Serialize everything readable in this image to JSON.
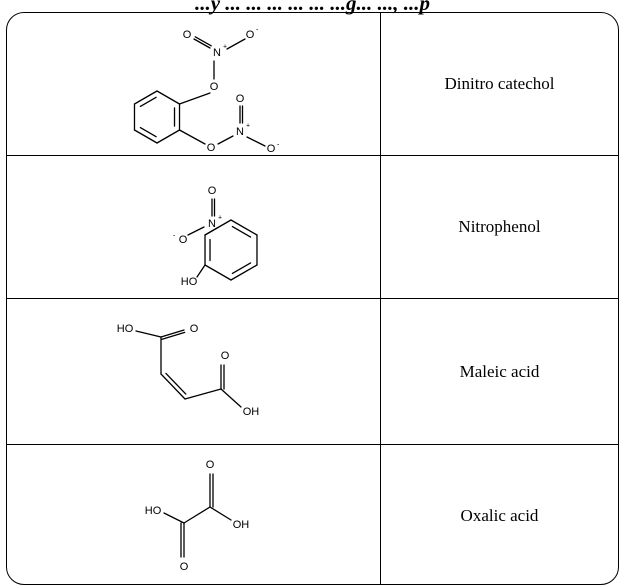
{
  "caption": "...y ... ... ... ... ... ...g... ..., ...p",
  "rows": [
    {
      "name": "Dinitro catechol",
      "atoms": {
        "o1": "O",
        "n1": "N",
        "n1_charge": "+",
        "o2": "O",
        "o2_charge": "-",
        "o3": "O",
        "o4": "O",
        "n2": "N",
        "n2_charge": "+",
        "o5": "O",
        "o6": "O",
        "o6_charge": "-"
      }
    },
    {
      "name": "Nitrophenol",
      "atoms": {
        "o1": "O",
        "n1": "N",
        "n1_charge": "+",
        "o2": "O",
        "o2_charge": "-",
        "oh": "HO"
      }
    },
    {
      "name": "Maleic acid",
      "atoms": {
        "ho": "HO",
        "o1": "O",
        "o2": "O",
        "oh": "OH"
      }
    },
    {
      "name": "Oxalic acid",
      "atoms": {
        "ho": "HO",
        "o1": "O",
        "o2": "O",
        "oh": "OH"
      }
    }
  ]
}
